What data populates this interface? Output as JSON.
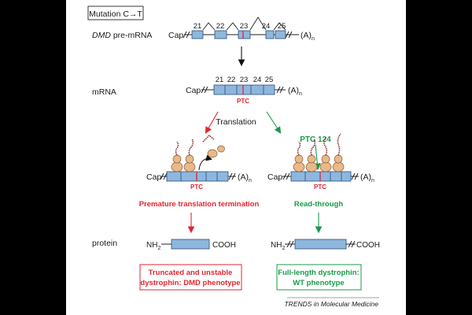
{
  "colors": {
    "exon_fill": "#8fb7dd",
    "exon_stroke": "#2a4d7a",
    "ptc_red": "#e0262f",
    "green": "#1a9a4a",
    "ribosome": "#e8b98a",
    "ribosome_stroke": "#8a5a2e",
    "bg_outer": "#000000",
    "bg_canvas": "#ffffff"
  },
  "header": {
    "mutation_label": "Mutation C→T",
    "pre_mrna_gene": "DMD",
    "pre_mrna_label": " pre-mRNA"
  },
  "labels": {
    "cap": "Cap",
    "polya": "(A)",
    "polya_sub": "n",
    "mrna": "mRNA",
    "protein": "protein",
    "translation": "Translation",
    "ptc": "PTC",
    "ptc124": "PTC 124",
    "nh2": "NH",
    "nh2_sub": "2",
    "cooh": "COOH"
  },
  "exons": [
    "21",
    "22",
    "23",
    "24",
    "25"
  ],
  "outcomes": {
    "left_heading": "Premature translation termination",
    "right_heading": "Read-through",
    "left_result_line1": "Truncated and unstable",
    "left_result_line2": "dystrophin: DMD phenotype",
    "right_result_line1": "Full-length dystrophin:",
    "right_result_line2": "WT phenotype"
  },
  "credit": "TRENDS in Molecular Medicine"
}
